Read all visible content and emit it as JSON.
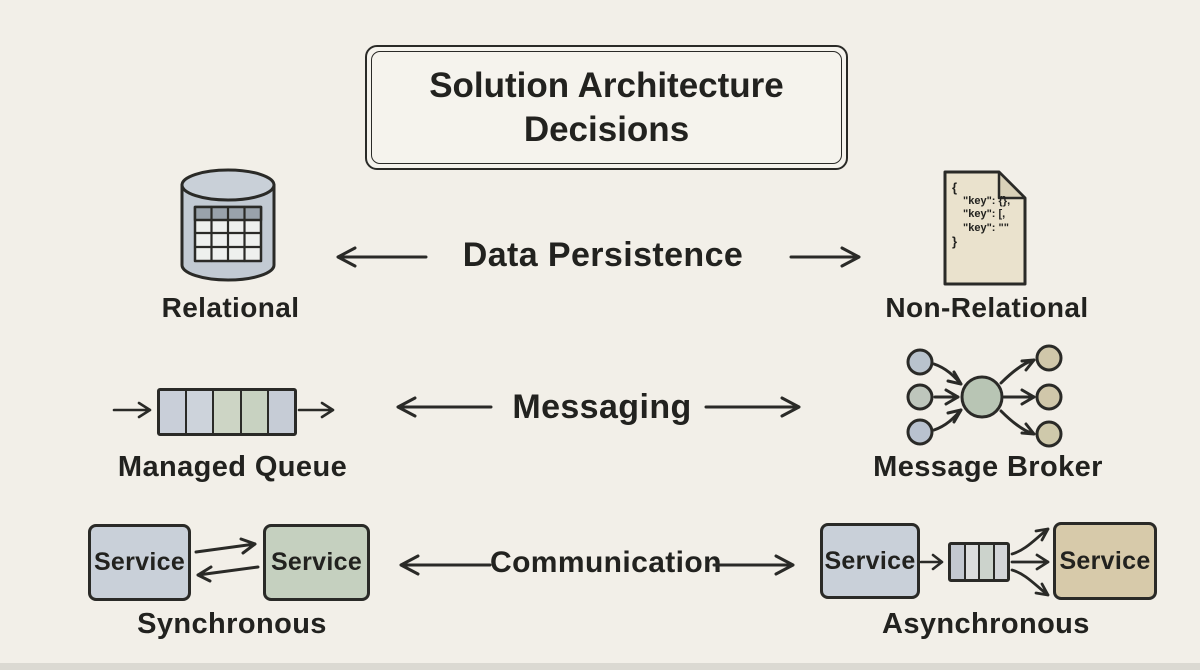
{
  "title": "Solution Architecture Decisions",
  "palette": {
    "background": "#f2efe8",
    "ink": "#2a2a27",
    "blue_gray": "#c9d0d9",
    "green_gray": "#c5d0bf",
    "tan": "#d7caaa",
    "paper": "#eae2cd"
  },
  "rows": {
    "persistence": {
      "label": "Data Persistence",
      "left_label": "Relational",
      "right_label": "Non-Relational"
    },
    "messaging": {
      "label": "Messaging",
      "left_label": "Managed Queue",
      "right_label": "Message Broker"
    },
    "communication": {
      "label": "Communication",
      "left_label": "Synchronous",
      "right_label": "Asynchronous"
    }
  },
  "service_label": "Service",
  "json_doc": {
    "line1": "{",
    "line2": "\"key\": {},",
    "line3": "\"key\": [,",
    "line4": "\"key\": \"\"",
    "line5": "}"
  }
}
